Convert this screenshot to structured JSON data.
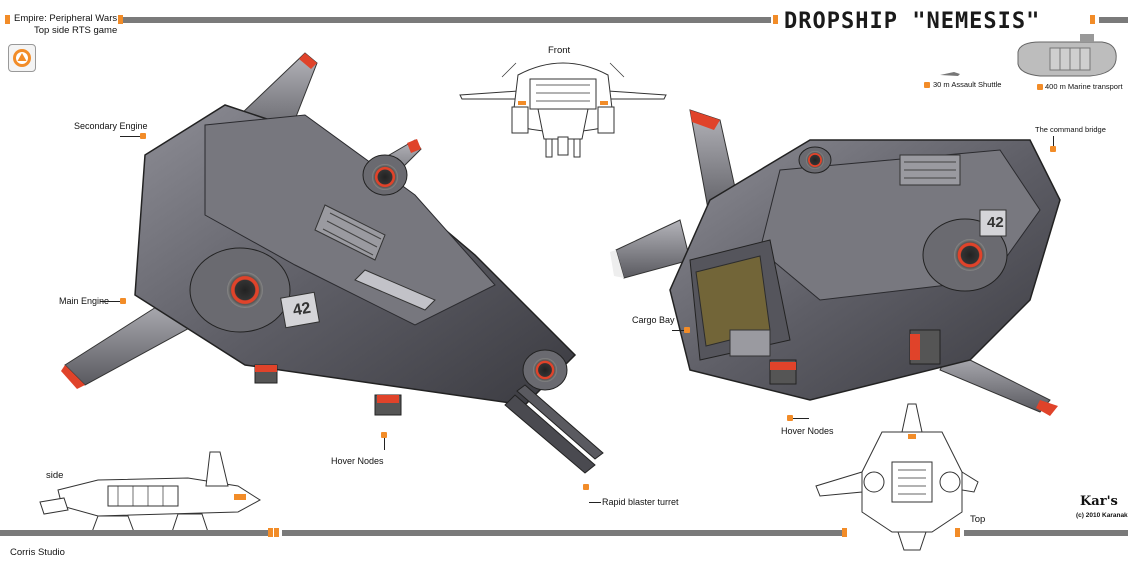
{
  "header": {
    "studio_line1": "Empire: Peripheral Wars",
    "studio_line2": "Top side RTS game",
    "title": "DROPSHIP \"NEMESIS\""
  },
  "legend": {
    "assault_shuttle": "30 m  Assault Shuttle",
    "marine_transport": "400 m Marine transport"
  },
  "views": {
    "front": "Front",
    "side": "side",
    "top": "Top"
  },
  "callouts": {
    "secondary_engine": "Secondary Engine",
    "main_engine": "Main Engine",
    "hover_nodes_left": "Hover Nodes",
    "rapid_blaster_turret": "Rapid blaster turret",
    "command_bridge": "The command bridge",
    "cargo_bay": "Cargo Bay",
    "hover_nodes_right": "Hover Nodes"
  },
  "footer": {
    "studio": "Corris Studio",
    "signature": "Kar's",
    "copyright": "(c) 2010 Karanak"
  },
  "ship_marking": "42",
  "colors": {
    "accent": "#f28c28",
    "bar": "#7a7a7a",
    "hull": "#6c6c72",
    "hull_dark": "#3e3e44",
    "hull_light": "#a4a4aa",
    "engine_red": "#e0432a"
  }
}
